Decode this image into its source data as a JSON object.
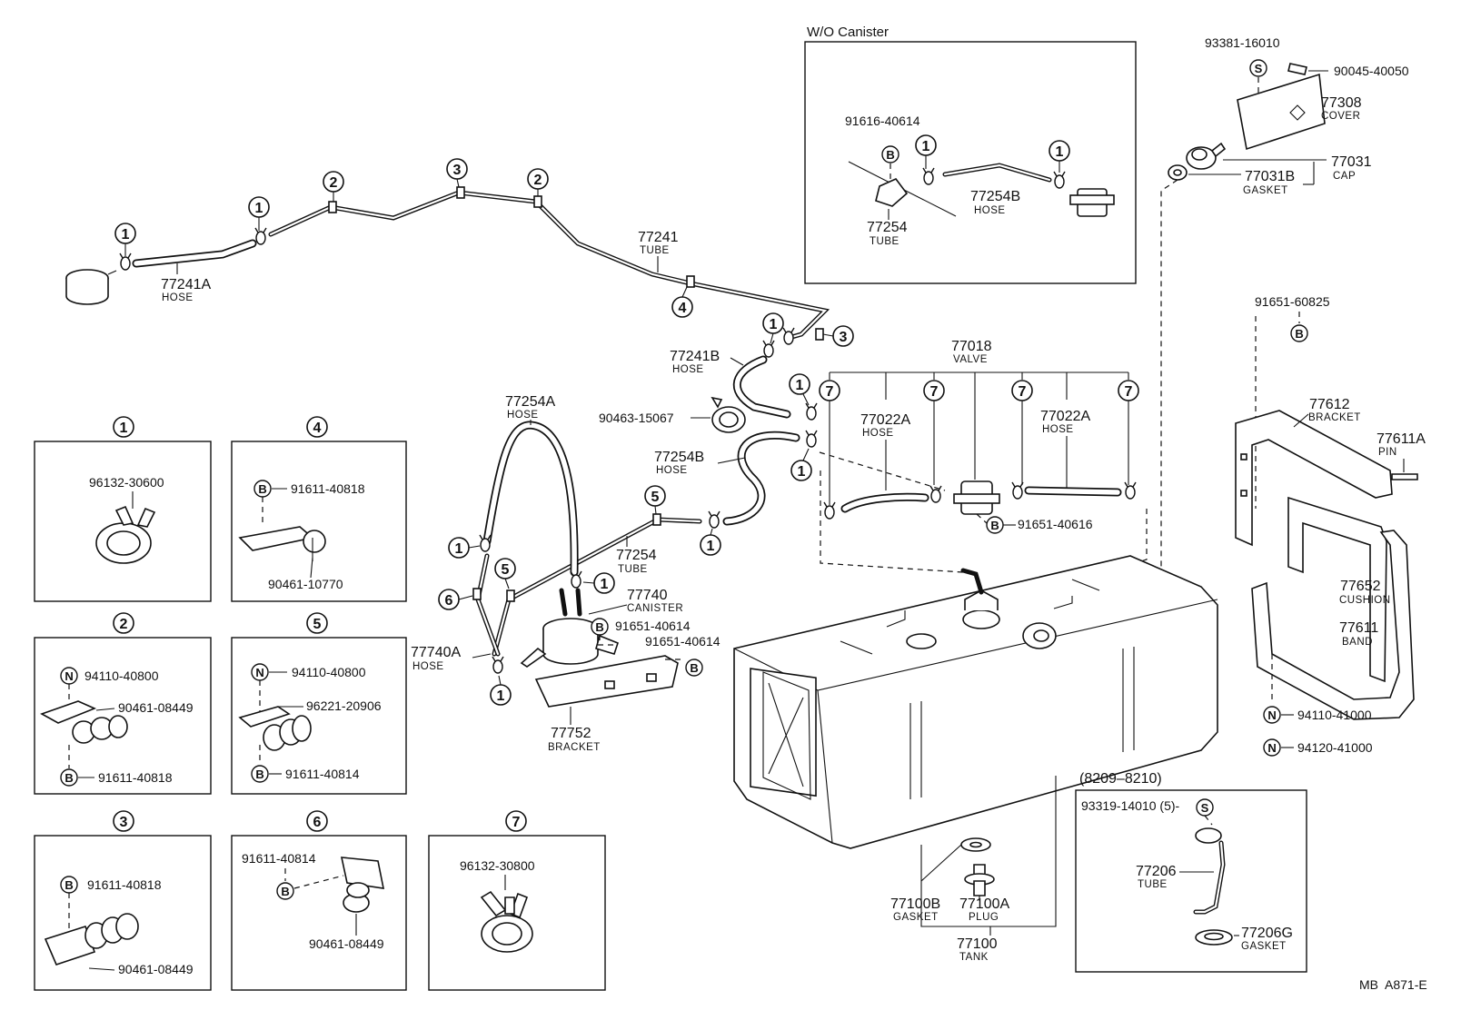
{
  "figure_code": "MB  A871-E",
  "inset_wo_canister": {
    "title": "W/O Canister",
    "parts": [
      {
        "number": "91616-40614",
        "name": ""
      },
      {
        "number": "77254B",
        "name": "HOSE"
      },
      {
        "number": "77254",
        "name": "TUBE"
      }
    ]
  },
  "inset_8209_8210": {
    "title": "(8209–8210)",
    "parts": [
      {
        "number": "93319-14010 (5)-",
        "name": ""
      },
      {
        "number": "77206",
        "name": "TUBE"
      },
      {
        "number": "77206G",
        "name": "GASKET"
      }
    ]
  },
  "main_labels": {
    "hose_77241A": {
      "number": "77241A",
      "name": "HOSE"
    },
    "tube_77241": {
      "number": "77241",
      "name": "TUBE"
    },
    "hose_77241B": {
      "number": "77241B",
      "name": "HOSE"
    },
    "clamp_90463": {
      "number": "90463-15067",
      "name": ""
    },
    "hose_77254A": {
      "number": "77254A",
      "name": "HOSE"
    },
    "hose_77254B": {
      "number": "77254B",
      "name": "HOSE"
    },
    "tube_77254": {
      "number": "77254",
      "name": "TUBE"
    },
    "canister_77740": {
      "number": "77740",
      "name": "CANISTER"
    },
    "hose_77740A": {
      "number": "77740A",
      "name": "HOSE"
    },
    "bolt_91651_a": {
      "number": "91651-40614",
      "name": ""
    },
    "bolt_91651_b": {
      "number": "91651-40614",
      "name": ""
    },
    "bracket_77752": {
      "number": "77752",
      "name": "BRACKET"
    },
    "valve_77018": {
      "number": "77018",
      "name": "VALVE"
    },
    "hose_77022A_1": {
      "number": "77022A",
      "name": "HOSE"
    },
    "hose_77022A_2": {
      "number": "77022A",
      "name": "HOSE"
    },
    "bolt_91651_40616": {
      "number": "91651-40616",
      "name": ""
    },
    "screw_93381": {
      "number": "93381-16010",
      "name": ""
    },
    "pin_90045": {
      "number": "90045-40050",
      "name": ""
    },
    "cover_77308": {
      "number": "77308",
      "name": "COVER"
    },
    "cap_77031": {
      "number": "77031",
      "name": "CAP"
    },
    "gasket_77031B": {
      "number": "77031B",
      "name": "GASKET"
    },
    "bolt_91651_60825": {
      "number": "91651-60825",
      "name": ""
    },
    "bracket_77612": {
      "number": "77612",
      "name": "BRACKET"
    },
    "pin_77611A": {
      "number": "77611A",
      "name": "PIN"
    },
    "cushion_77652": {
      "number": "77652",
      "name": "CUSHION"
    },
    "band_77611": {
      "number": "77611",
      "name": "BAND"
    },
    "nut_94110_41000": {
      "number": "94110-41000",
      "name": ""
    },
    "nut_94120_41000": {
      "number": "94120-41000",
      "name": ""
    },
    "gasket_77100B": {
      "number": "77100B",
      "name": "GASKET"
    },
    "plug_77100A": {
      "number": "77100A",
      "name": "PLUG"
    },
    "tank_77100": {
      "number": "77100",
      "name": "TANK"
    }
  },
  "detail_boxes": [
    {
      "key": "1",
      "parts": [
        "96132-30600"
      ]
    },
    {
      "key": "2",
      "parts": [
        "94110-40800",
        "90461-08449",
        "91611-40818"
      ]
    },
    {
      "key": "3",
      "parts": [
        "91611-40818",
        "90461-08449"
      ]
    },
    {
      "key": "4",
      "parts": [
        "91611-40818",
        "90461-10770"
      ]
    },
    {
      "key": "5",
      "parts": [
        "94110-40800",
        "96221-20906",
        "91611-40814"
      ]
    },
    {
      "key": "6",
      "parts": [
        "91611-40814",
        "90461-08449"
      ]
    },
    {
      "key": "7",
      "parts": [
        "96132-30800"
      ]
    }
  ],
  "symbols": {
    "bolt": "B",
    "nut": "N",
    "screw": "S"
  }
}
